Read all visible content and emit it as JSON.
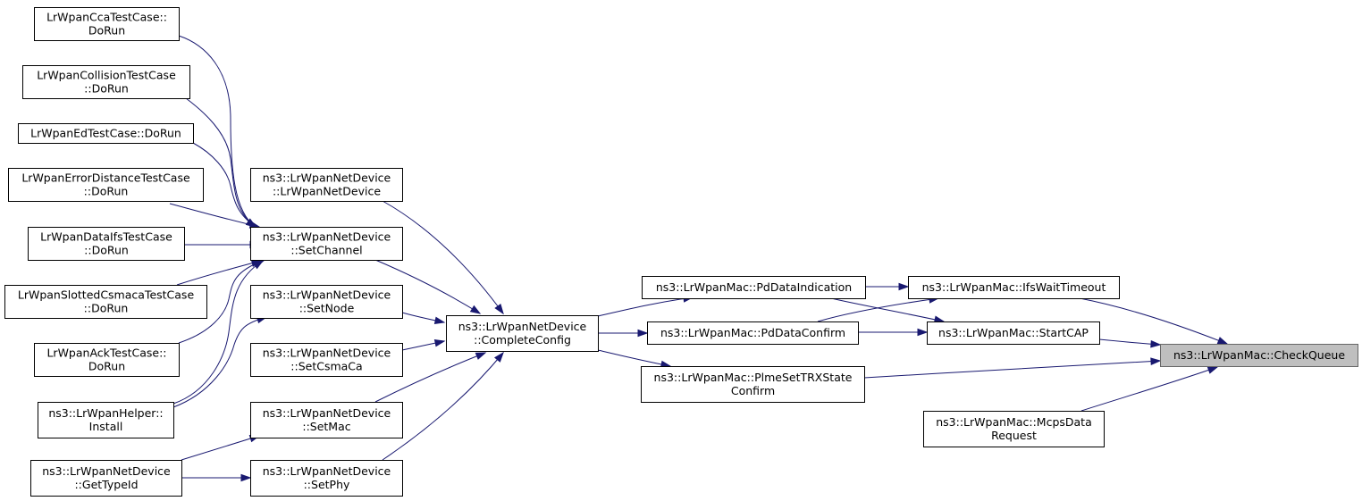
{
  "diagram": {
    "nodes": [
      {
        "id": "cca",
        "lines": [
          "LrWpanCcaTestCase::",
          "DoRun"
        ]
      },
      {
        "id": "collision",
        "lines": [
          "LrWpanCollisionTestCase",
          "::DoRun"
        ]
      },
      {
        "id": "ed",
        "lines": [
          "LrWpanEdTestCase::DoRun"
        ]
      },
      {
        "id": "errdist",
        "lines": [
          "LrWpanErrorDistanceTestCase",
          "::DoRun"
        ]
      },
      {
        "id": "dataifs",
        "lines": [
          "LrWpanDataIfsTestCase",
          "::DoRun"
        ]
      },
      {
        "id": "slotted",
        "lines": [
          "LrWpanSlottedCsmacaTestCase",
          "::DoRun"
        ]
      },
      {
        "id": "ack",
        "lines": [
          "LrWpanAckTestCase::",
          "DoRun"
        ]
      },
      {
        "id": "helper",
        "lines": [
          "ns3::LrWpanHelper::",
          "Install"
        ]
      },
      {
        "id": "typeid",
        "lines": [
          "ns3::LrWpanNetDevice",
          "::GetTypeId"
        ]
      },
      {
        "id": "ctor",
        "lines": [
          "ns3::LrWpanNetDevice",
          "::LrWpanNetDevice"
        ]
      },
      {
        "id": "setchannel",
        "lines": [
          "ns3::LrWpanNetDevice",
          "::SetChannel"
        ]
      },
      {
        "id": "setnode",
        "lines": [
          "ns3::LrWpanNetDevice",
          "::SetNode"
        ]
      },
      {
        "id": "setcsmaca",
        "lines": [
          "ns3::LrWpanNetDevice",
          "::SetCsmaCa"
        ]
      },
      {
        "id": "setmac",
        "lines": [
          "ns3::LrWpanNetDevice",
          "::SetMac"
        ]
      },
      {
        "id": "setphy",
        "lines": [
          "ns3::LrWpanNetDevice",
          "::SetPhy"
        ]
      },
      {
        "id": "complete",
        "lines": [
          "ns3::LrWpanNetDevice",
          "::CompleteConfig"
        ]
      },
      {
        "id": "pdind",
        "lines": [
          "ns3::LrWpanMac::PdDataIndication"
        ]
      },
      {
        "id": "pdconf",
        "lines": [
          "ns3::LrWpanMac::PdDataConfirm"
        ]
      },
      {
        "id": "plme",
        "lines": [
          "ns3::LrWpanMac::PlmeSetTRXState",
          "Confirm"
        ]
      },
      {
        "id": "ifs",
        "lines": [
          "ns3::LrWpanMac::IfsWaitTimeout"
        ]
      },
      {
        "id": "startcap",
        "lines": [
          "ns3::LrWpanMac::StartCAP"
        ]
      },
      {
        "id": "mcps",
        "lines": [
          "ns3::LrWpanMac::McpsData",
          "Request"
        ]
      },
      {
        "id": "checkqueue",
        "lines": [
          "ns3::LrWpanMac::CheckQueue"
        ],
        "root": true
      }
    ],
    "edges": [
      {
        "from": "cca",
        "to": "setchannel"
      },
      {
        "from": "collision",
        "to": "setchannel"
      },
      {
        "from": "ed",
        "to": "setchannel"
      },
      {
        "from": "errdist",
        "to": "setchannel"
      },
      {
        "from": "dataifs",
        "to": "setchannel"
      },
      {
        "from": "slotted",
        "to": "setchannel"
      },
      {
        "from": "ack",
        "to": "setchannel"
      },
      {
        "from": "helper",
        "to": "setchannel"
      },
      {
        "from": "helper",
        "to": "setnode"
      },
      {
        "from": "typeid",
        "to": "setmac"
      },
      {
        "from": "typeid",
        "to": "setphy"
      },
      {
        "from": "ctor",
        "to": "complete"
      },
      {
        "from": "setchannel",
        "to": "complete"
      },
      {
        "from": "setnode",
        "to": "complete"
      },
      {
        "from": "setcsmaca",
        "to": "complete"
      },
      {
        "from": "setmac",
        "to": "complete"
      },
      {
        "from": "setphy",
        "to": "complete"
      },
      {
        "from": "complete",
        "to": "pdind"
      },
      {
        "from": "complete",
        "to": "pdconf"
      },
      {
        "from": "complete",
        "to": "plme"
      },
      {
        "from": "pdind",
        "to": "ifs"
      },
      {
        "from": "pdind",
        "to": "startcap"
      },
      {
        "from": "pdconf",
        "to": "ifs"
      },
      {
        "from": "pdconf",
        "to": "startcap"
      },
      {
        "from": "ifs",
        "to": "checkqueue"
      },
      {
        "from": "startcap",
        "to": "checkqueue"
      },
      {
        "from": "plme",
        "to": "checkqueue"
      },
      {
        "from": "mcps",
        "to": "checkqueue"
      }
    ]
  },
  "colors": {
    "edge": "#191970",
    "node_border": "#000000",
    "root_fill": "#bfbfbf",
    "root_border": "#666666"
  }
}
